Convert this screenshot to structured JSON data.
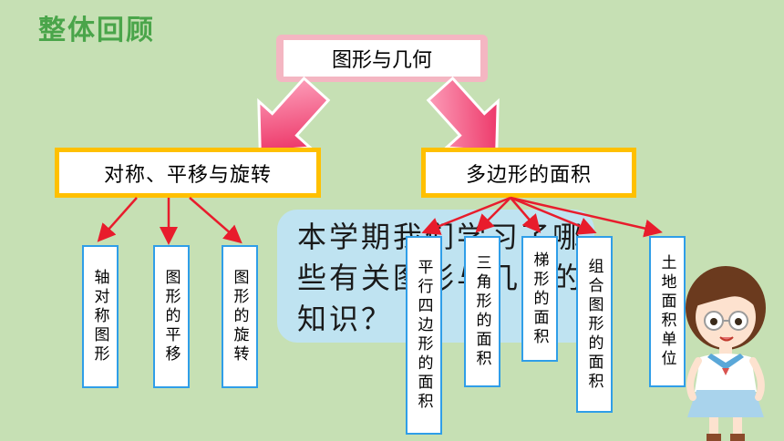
{
  "header": {
    "title": "整体回顾"
  },
  "root": {
    "label": "图形与几何"
  },
  "branches": {
    "left": {
      "label": "对称、平移与旋转"
    },
    "right": {
      "label": "多边形的面积"
    }
  },
  "leaves": {
    "left": [
      "轴对称图形",
      "图形的平移",
      "图形的旋转"
    ],
    "right": [
      "平行四边形的面积",
      "三角形的面积",
      "梯形的面积",
      "组合图形的面积",
      "土地面积单位"
    ]
  },
  "bubble": {
    "text": "本学期我们学习了哪些有关图形与几何的知识？"
  },
  "colors": {
    "background": "#c6e0b4",
    "title": "#4aa54a",
    "branch_border": "#ffc000",
    "leaf_border": "#2f9ee8",
    "connector": "#e81c2c",
    "big_arrow": "#f02a5e"
  }
}
